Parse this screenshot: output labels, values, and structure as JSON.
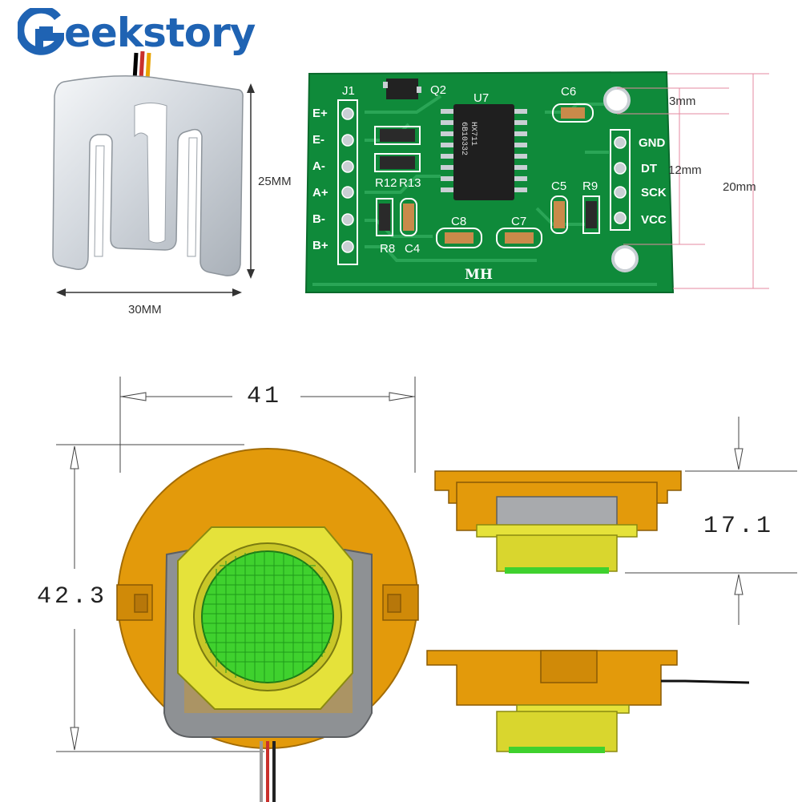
{
  "brand": {
    "logo_text": "eekstory",
    "logo_color": "#1f63b3"
  },
  "load_cell": {
    "height_label": "25MM",
    "width_label": "30MM"
  },
  "hx711_board": {
    "left_header": "J1",
    "left_pins": [
      "E+",
      "E-",
      "A-",
      "A+",
      "B-",
      "B+"
    ],
    "right_pins": [
      "GND",
      "DT",
      "SCK",
      "VCC"
    ],
    "components": [
      "Q2",
      "U7",
      "C6",
      "R12",
      "R13",
      "R8",
      "C4",
      "C8",
      "C7",
      "C5",
      "R9"
    ],
    "chip_marking": [
      "HX711",
      "6B10332"
    ],
    "board_mark": "MH",
    "dimensions": {
      "hole_offset": "3mm",
      "pin_span": "12mm",
      "board_height": "20mm"
    },
    "pcb_color": "#0f8a3a"
  },
  "sensor_drawing": {
    "width": "41",
    "height": "42.3",
    "thickness": "17.1",
    "body_color": "#e39a0b",
    "pad_color": "#3fd12e"
  }
}
